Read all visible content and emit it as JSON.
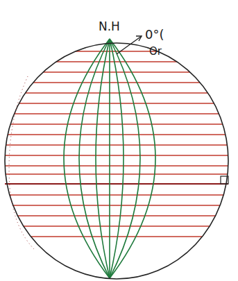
{
  "diagram": {
    "labels": [
      "N.H",
      "0°(",
      "Or"
    ]
  }
}
